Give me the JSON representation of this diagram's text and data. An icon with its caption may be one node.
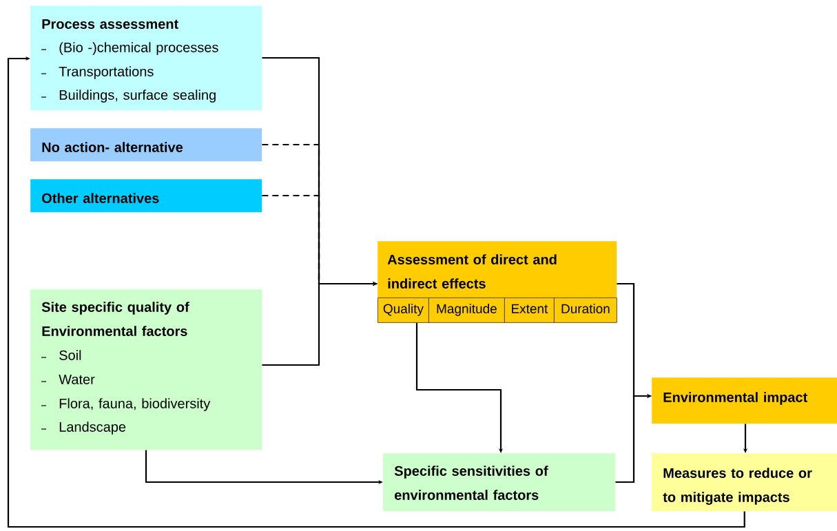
{
  "diagram": {
    "nodes": [
      {
        "text": [
          "Process assessment",
          "(Bio -)chemical processes",
          "Transportations",
          "Buildings, surface sealing"
        ]
      },
      {
        "text": [
          "No action- alternative"
        ]
      },
      {
        "text": [
          "Other alternatives"
        ]
      },
      {
        "text": [
          "Site specific quality of Environmental factors",
          "Soil",
          "Water",
          "Flora, fauna, biodiversity",
          "Landscape"
        ]
      },
      {
        "text": [
          "Assessment of direct and indirect effects"
        ]
      },
      {
        "text": [
          "Quality"
        ],
        "in": 4
      },
      {
        "text": [
          "Magnitude"
        ],
        "in": 4
      },
      {
        "text": [
          "Extent"
        ],
        "in": 4
      },
      {
        "text": [
          "Duration"
        ],
        "in": 4
      },
      {
        "text": [
          "Specific sensitivities of environmental factors"
        ]
      },
      {
        "text": [
          "Environmental impact"
        ]
      },
      {
        "text": [
          "Measures to reduce or to mitigate impacts"
        ]
      }
    ],
    "edges": [
      {
        "from": 1,
        "to": 4,
        "arrow": "to",
        "style": "dashed"
      },
      {
        "from": 2,
        "to": 4,
        "arrow": "to",
        "style": "dashed"
      },
      {
        "from": 0,
        "to": 4,
        "arrow": "to"
      },
      {
        "from": 3,
        "to": 4,
        "arrow": "to"
      },
      {
        "from": 5,
        "to": 9,
        "arrow": "to"
      },
      {
        "from": 3,
        "to": 9,
        "arrow": "to"
      },
      {
        "from": 4,
        "to": 10,
        "arrow": "to"
      },
      {
        "from": 9,
        "to": 10,
        "arrow": "to"
      },
      {
        "from": 10,
        "to": 11,
        "arrow": "to"
      },
      {
        "from": 11,
        "to": 0,
        "arrow": "to"
      }
    ]
  }
}
